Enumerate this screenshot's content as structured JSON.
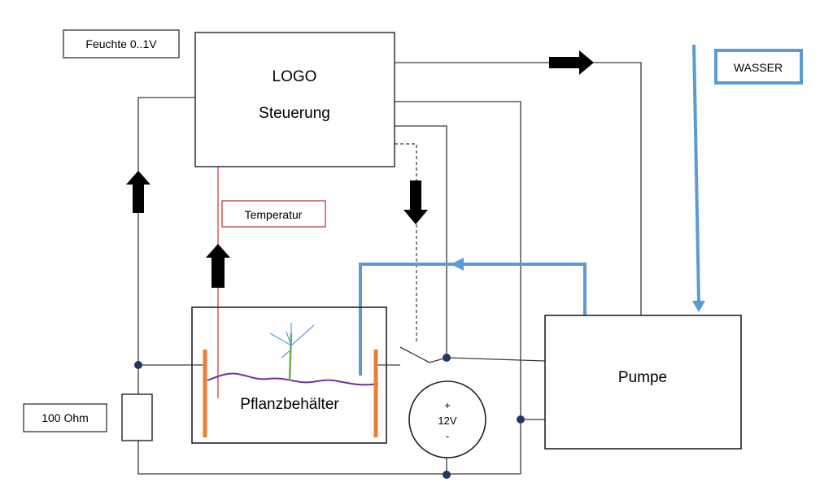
{
  "labels": {
    "feuchte": "Feuchte 0..1V",
    "logo_line1": "LOGO",
    "logo_line2": "Steuerung",
    "wasser": "WASSER",
    "temperatur": "Temperatur",
    "pflanzbehaelter": "Pflanzbehälter",
    "pumpe": "Pumpe",
    "widerstand": "100 Ohm",
    "battery_plus": "+",
    "battery_voltage": "12V",
    "battery_minus": "-"
  },
  "colors": {
    "wire": "#3a3a3a",
    "water_pipe": "#5b9bd5",
    "temperature_wire": "#d03030",
    "temperatur_box_border": "#b03030",
    "electrode": "#ed7d31",
    "soil_line": "#7030a0",
    "plant_stem": "#70ad47",
    "plant_leaves": "#5b9bd5",
    "arrow": "#000000",
    "junction": "#1f3864"
  }
}
